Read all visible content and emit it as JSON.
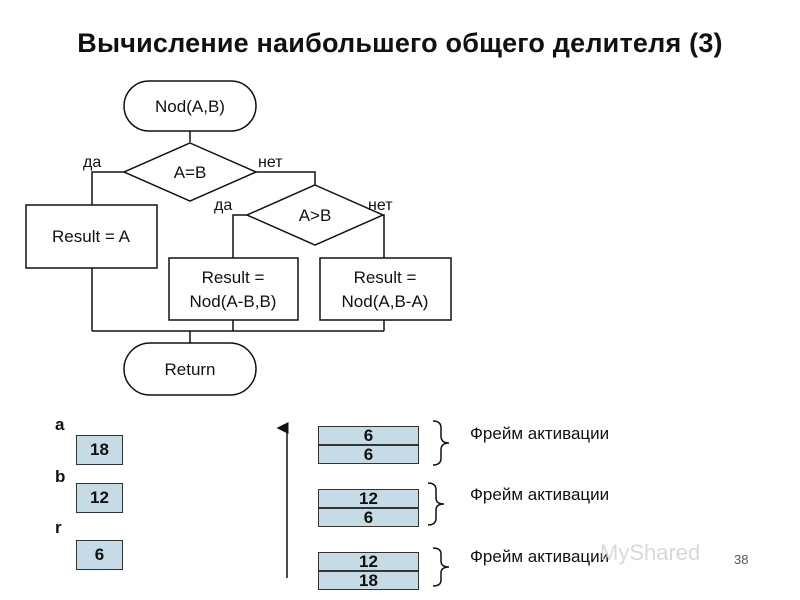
{
  "title": "Вычисление наибольшего общего делителя (3)",
  "flowchart": {
    "start": "Nod(A,B)",
    "cond1": "A=B",
    "cond1_yes": "да",
    "cond1_no": "нет",
    "result_a": "Result = A",
    "cond2": "A>B",
    "cond2_yes": "да",
    "cond2_no": "нет",
    "result_left_line1": "Result =",
    "result_left_line2": "Nod(A-B,B)",
    "result_right_line1": "Result =",
    "result_right_line2": "Nod(A,B-A)",
    "end": "Return"
  },
  "variables": [
    {
      "name": "a",
      "value": "18"
    },
    {
      "name": "b",
      "value": "12"
    },
    {
      "name": "r",
      "value": "6"
    }
  ],
  "stack_frames": [
    {
      "top": "6",
      "bottom": "6",
      "label": "Фрейм активации"
    },
    {
      "top": "12",
      "bottom": "6",
      "label": "Фрейм активации"
    },
    {
      "top": "12",
      "bottom": "18",
      "label": "Фрейм активации"
    }
  ],
  "watermark": "MyShared",
  "page_number": "38"
}
